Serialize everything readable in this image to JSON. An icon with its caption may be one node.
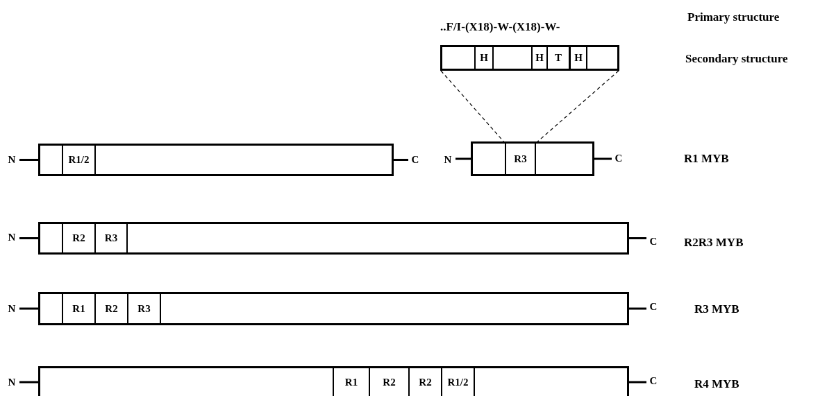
{
  "diagram": {
    "nodes": [
      {
        "text": [],
        "shape": "box"
      },
      {
        "text": [
          "H"
        ],
        "in": 0
      },
      {
        "text": [
          "H"
        ],
        "in": 0
      },
      {
        "text": [
          "T"
        ],
        "in": 0
      },
      {
        "text": [
          "H"
        ],
        "in": 0
      },
      {
        "text": [
          "N"
        ]
      },
      {
        "text": [],
        "shape": "box"
      },
      {
        "text": [
          "R1/2"
        ],
        "in": 6
      },
      {
        "text": [
          "C"
        ]
      },
      {
        "text": [
          "N"
        ]
      },
      {
        "text": [],
        "shape": "box"
      },
      {
        "text": [
          "R3"
        ],
        "in": 10
      },
      {
        "text": [
          "C"
        ]
      },
      {
        "text": [
          "N"
        ]
      },
      {
        "text": [],
        "shape": "box"
      },
      {
        "text": [
          "R2"
        ],
        "in": 14
      },
      {
        "text": [
          "R3"
        ],
        "in": 14
      },
      {
        "text": [
          "C"
        ]
      },
      {
        "text": [
          "N"
        ]
      },
      {
        "text": [],
        "shape": "box"
      },
      {
        "text": [
          "R1"
        ],
        "in": 19
      },
      {
        "text": [
          "R2"
        ],
        "in": 19
      },
      {
        "text": [
          "R3"
        ],
        "in": 19
      },
      {
        "text": [
          "C"
        ]
      },
      {
        "text": [
          "N"
        ]
      },
      {
        "text": [],
        "shape": "box"
      },
      {
        "text": [
          "R1"
        ],
        "in": 25
      },
      {
        "text": [
          "R2"
        ],
        "in": 25
      },
      {
        "text": [
          "R2"
        ],
        "in": 25
      },
      {
        "text": [
          "R1/2"
        ],
        "in": 25
      },
      {
        "text": [
          "C"
        ]
      }
    ],
    "edges": [
      {
        "from": 0,
        "to": 11,
        "arrow": "none",
        "style": "dashed"
      },
      {
        "from": 0,
        "to": 11,
        "arrow": "none",
        "style": "dashed"
      },
      {
        "from": 5,
        "to": 6,
        "arrow": "none"
      },
      {
        "from": 6,
        "to": 8,
        "arrow": "none"
      },
      {
        "from": 9,
        "to": 10,
        "arrow": "none"
      },
      {
        "from": 10,
        "to": 12,
        "arrow": "none"
      },
      {
        "from": 13,
        "to": 14,
        "arrow": "none"
      },
      {
        "from": 14,
        "to": 17,
        "arrow": "none"
      },
      {
        "from": 18,
        "to": 19,
        "arrow": "none"
      },
      {
        "from": 19,
        "to": 23,
        "arrow": "none"
      },
      {
        "from": 24,
        "to": 25,
        "arrow": "none"
      },
      {
        "from": 25,
        "to": 30,
        "arrow": "none"
      }
    ],
    "labels": [
      "..F/I-(X18)-W-(X18)-W-",
      "Primary structure",
      "Secondary structure",
      "R1 MYB",
      "R2R3 MYB",
      "R3 MYB",
      "R4 MYB"
    ]
  }
}
